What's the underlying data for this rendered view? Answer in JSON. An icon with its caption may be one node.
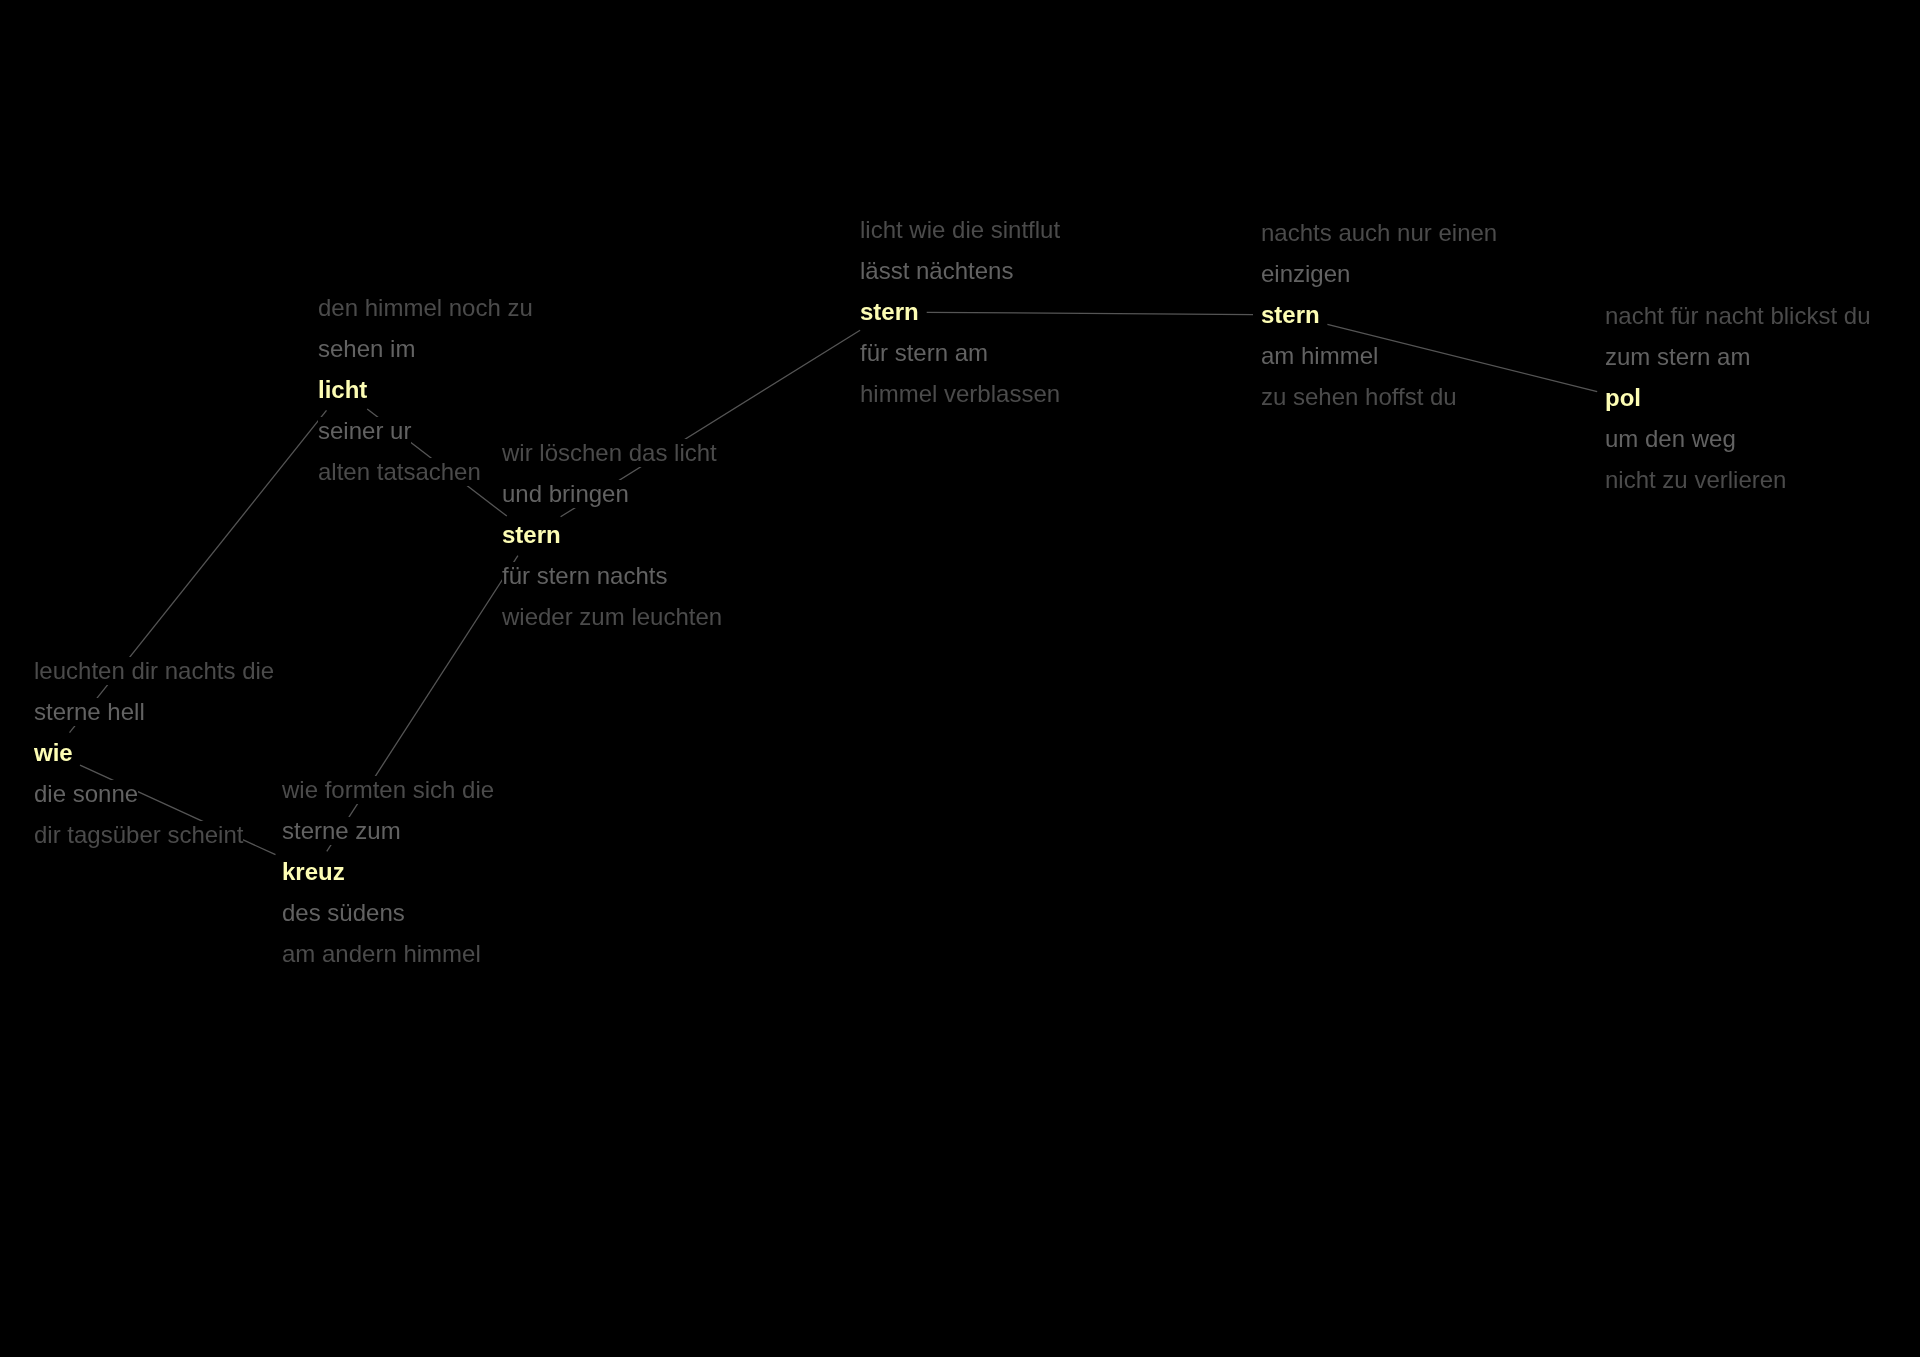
{
  "diagram": {
    "nodes": [
      {
        "text": [
          "wie"
        ],
        "beside": [
          "leuchten dir nachts die",
          "sterne hell",
          "die sonne",
          "dir tagsüber scheint"
        ]
      },
      {
        "text": [
          "kreuz"
        ],
        "beside": [
          "wie formten sich die",
          "sterne zum",
          "des südens",
          "am andern himmel"
        ]
      },
      {
        "text": [
          "licht"
        ],
        "beside": [
          "den himmel noch zu",
          "sehen im",
          "seiner ur",
          "alten tatsachen"
        ]
      },
      {
        "text": [
          "stern"
        ],
        "beside": [
          "wir löschen das licht",
          "und bringen",
          "für stern nachts",
          "wieder zum leuchten"
        ]
      },
      {
        "text": [
          "stern"
        ],
        "beside": [
          "licht wie die sintflut",
          "lässt nächtens",
          "für stern am",
          "himmel verblassen"
        ]
      },
      {
        "text": [
          "stern"
        ],
        "beside": [
          "nachts auch nur einen",
          "einzigen",
          "am himmel",
          "zu sehen hoffst du"
        ]
      },
      {
        "text": [
          "pol"
        ],
        "beside": [
          "nacht für nacht blickst du",
          "zum stern am",
          "um den weg",
          "nicht zu verlieren"
        ]
      }
    ],
    "edges": [
      {
        "from": 0,
        "to": 2,
        "arrow": "none"
      },
      {
        "from": 0,
        "to": 1,
        "arrow": "none"
      },
      {
        "from": 2,
        "to": 3,
        "arrow": "none"
      },
      {
        "from": 1,
        "to": 3,
        "arrow": "none"
      },
      {
        "from": 3,
        "to": 4,
        "arrow": "none"
      },
      {
        "from": 4,
        "to": 5,
        "arrow": "none"
      },
      {
        "from": 5,
        "to": 6,
        "arrow": "none"
      }
    ]
  }
}
